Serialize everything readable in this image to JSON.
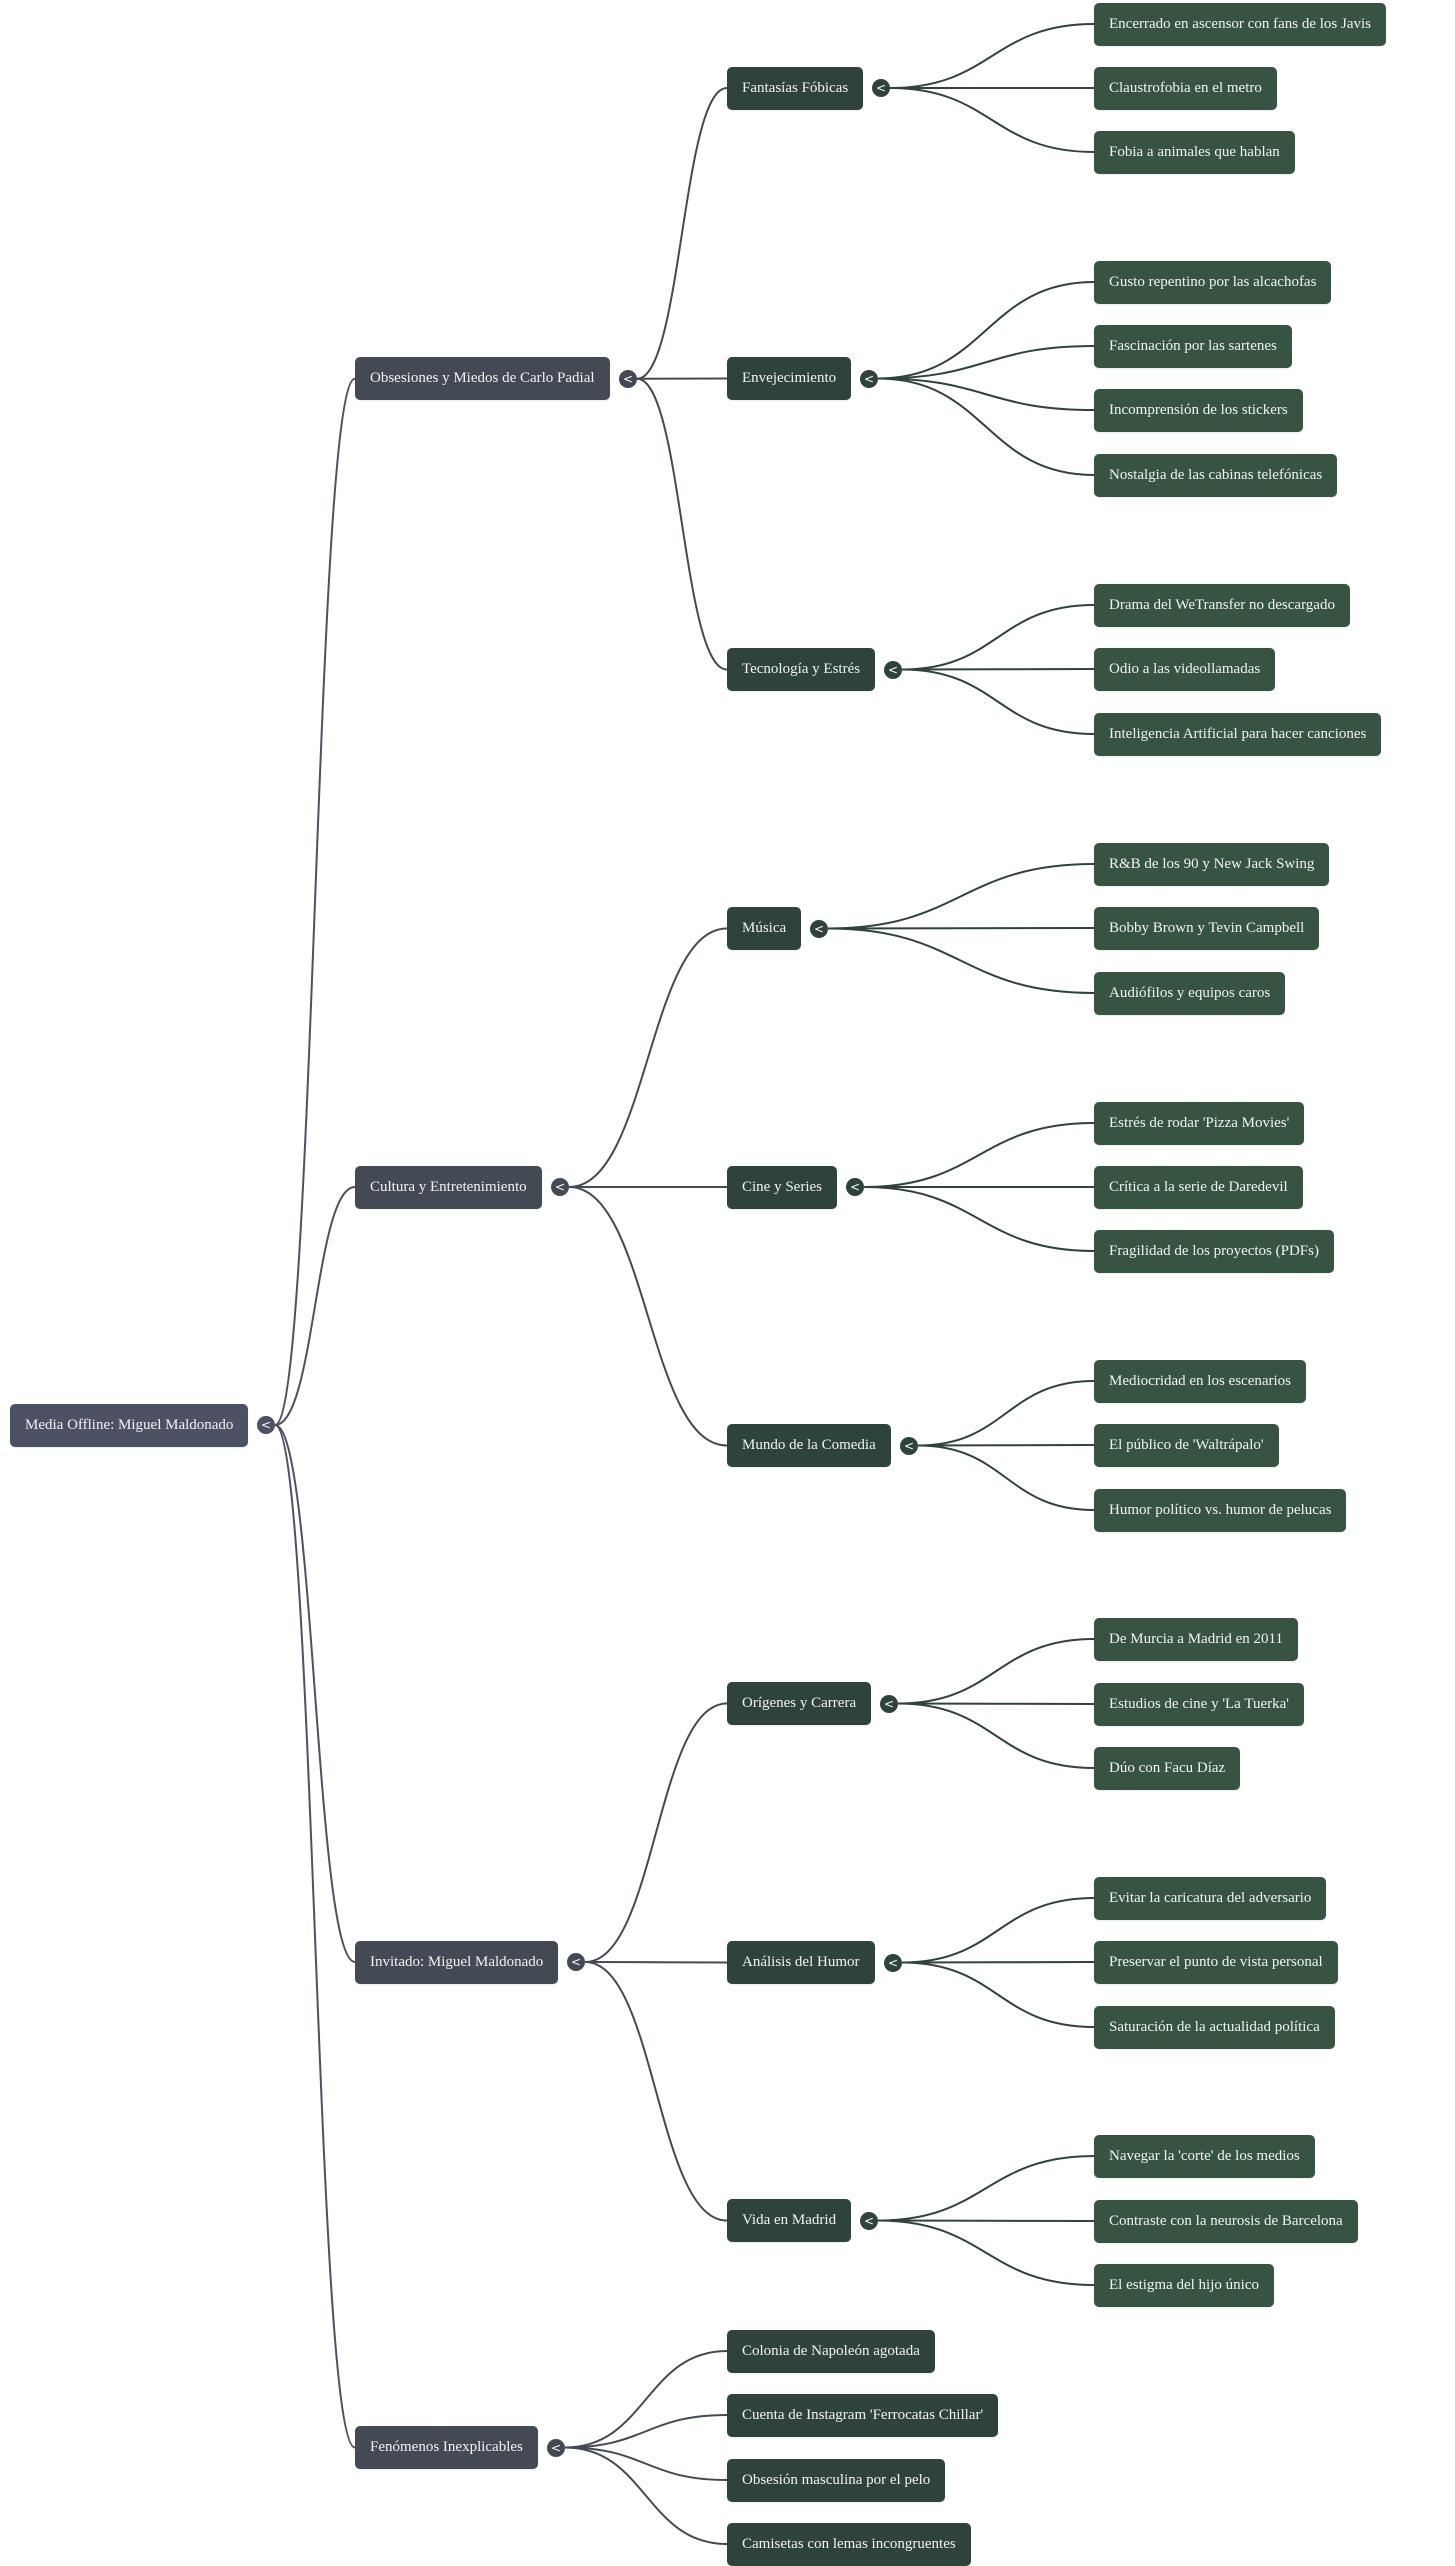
{
  "mindmap": {
    "title": "Media Offline: Miguel Maldonado",
    "toggle_icon": "<",
    "colors": {
      "root": "#4d5166",
      "branch": "#444a54",
      "subbranch": "#2f433d",
      "leaf": "#375443",
      "link_root": "#4d5166",
      "link_branch": "#444a54",
      "link_sub": "#2f433d"
    },
    "root": {
      "label": "Media Offline: Miguel Maldonado",
      "children": [
        {
          "label": "Obsesiones y Miedos de Carlo Padial",
          "children": [
            {
              "label": "Fantasías Fóbicas",
              "children": [
                {
                  "label": "Encerrado en ascensor con fans de los Javis"
                },
                {
                  "label": "Claustrofobia en el metro"
                },
                {
                  "label": "Fobia a animales que hablan"
                }
              ]
            },
            {
              "label": "Envejecimiento",
              "children": [
                {
                  "label": "Gusto repentino por las alcachofas"
                },
                {
                  "label": "Fascinación por las sartenes"
                },
                {
                  "label": "Incomprensión de los stickers"
                },
                {
                  "label": "Nostalgia de las cabinas telefónicas"
                }
              ]
            },
            {
              "label": "Tecnología y Estrés",
              "children": [
                {
                  "label": "Drama del WeTransfer no descargado"
                },
                {
                  "label": "Odio a las videollamadas"
                },
                {
                  "label": "Inteligencia Artificial para hacer canciones"
                }
              ]
            }
          ]
        },
        {
          "label": "Cultura y Entretenimiento",
          "children": [
            {
              "label": "Música",
              "children": [
                {
                  "label": "R&B de los 90 y New Jack Swing"
                },
                {
                  "label": "Bobby Brown y Tevin Campbell"
                },
                {
                  "label": "Audiófilos y equipos caros"
                }
              ]
            },
            {
              "label": "Cine y Series",
              "children": [
                {
                  "label": "Estrés de rodar 'Pizza Movies'"
                },
                {
                  "label": "Crítica a la serie de Daredevil"
                },
                {
                  "label": "Fragilidad de los proyectos (PDFs)"
                }
              ]
            },
            {
              "label": "Mundo de la Comedia",
              "children": [
                {
                  "label": "Mediocridad en los escenarios"
                },
                {
                  "label": "El público de 'Waltrápalo'"
                },
                {
                  "label": "Humor político vs. humor de pelucas"
                }
              ]
            }
          ]
        },
        {
          "label": "Invitado: Miguel Maldonado",
          "children": [
            {
              "label": "Orígenes y Carrera",
              "children": [
                {
                  "label": "De Murcia a Madrid en 2011"
                },
                {
                  "label": "Estudios de cine y 'La Tuerka'"
                },
                {
                  "label": "Dúo con Facu Díaz"
                }
              ]
            },
            {
              "label": "Análisis del Humor",
              "children": [
                {
                  "label": "Evitar la caricatura del adversario"
                },
                {
                  "label": "Preservar el punto de vista personal"
                },
                {
                  "label": "Saturación de la actualidad política"
                }
              ]
            },
            {
              "label": "Vida en Madrid",
              "children": [
                {
                  "label": "Navegar la 'corte' de los medios"
                },
                {
                  "label": "Contraste con la neurosis de Barcelona"
                },
                {
                  "label": "El estigma del hijo único"
                }
              ]
            }
          ]
        },
        {
          "label": "Fenómenos Inexplicables",
          "children": [
            {
              "label": "Colonia de Napoleón agotada"
            },
            {
              "label": "Cuenta de Instagram 'Ferrocatas Chillar'"
            },
            {
              "label": "Obsesión masculina por el pelo"
            },
            {
              "label": "Camisetas con lemas incongruentes"
            }
          ]
        }
      ]
    }
  }
}
